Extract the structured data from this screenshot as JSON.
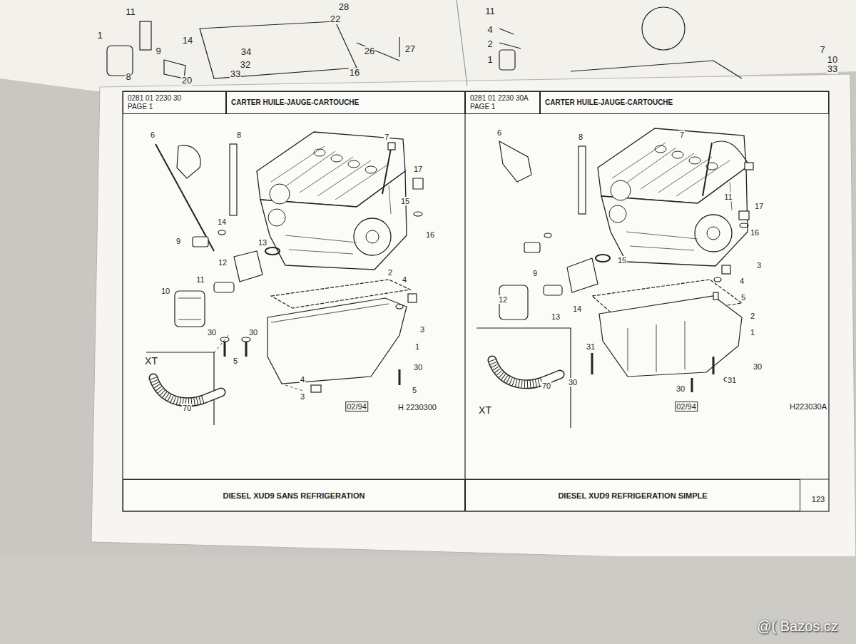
{
  "diagram": {
    "nodes": [
      {
        "text": [
          "0281 01 2230 30",
          "PAGE 1"
        ]
      },
      {
        "text": [
          "CARTER HUILE-JAUGE-CARTOUCHE"
        ]
      },
      {
        "text": [
          "0281 01 2230 30A",
          "PAGE 1"
        ]
      },
      {
        "text": [
          "CARTER HUILE-JAUGE-CARTOUCHE"
        ]
      },
      {
        "text": [
          "DIESEL XUD9 SANS REFRIGERATION"
        ]
      },
      {
        "text": [
          "DIESEL XUD9 REFRIGERATION SIMPLE"
        ]
      }
    ],
    "labels": [
      "11",
      "1",
      "9",
      "8",
      "14",
      "28",
      "22",
      "34",
      "32",
      "33",
      "20",
      "26",
      "27",
      "16",
      "11",
      "4",
      "2",
      "1",
      "7",
      "10",
      "33",
      "6",
      "8",
      "7",
      "17",
      "15",
      "16",
      "14",
      "9",
      "13",
      "12",
      "2",
      "11",
      "10",
      "4",
      "3",
      "1",
      "30",
      "30",
      "5",
      "XT",
      "70",
      "4",
      "3",
      "30",
      "5",
      "02/94",
      "H 2230300",
      "6",
      "8",
      "7",
      "11",
      "17",
      "16",
      "3",
      "9",
      "15",
      "4",
      "5",
      "14",
      "2",
      "12",
      "13",
      "1",
      "31",
      "70",
      "30",
      "30",
      "31",
      "XT",
      "30",
      "02/94",
      "H223030A",
      "123",
      "@( Bazos.cz"
    ]
  }
}
